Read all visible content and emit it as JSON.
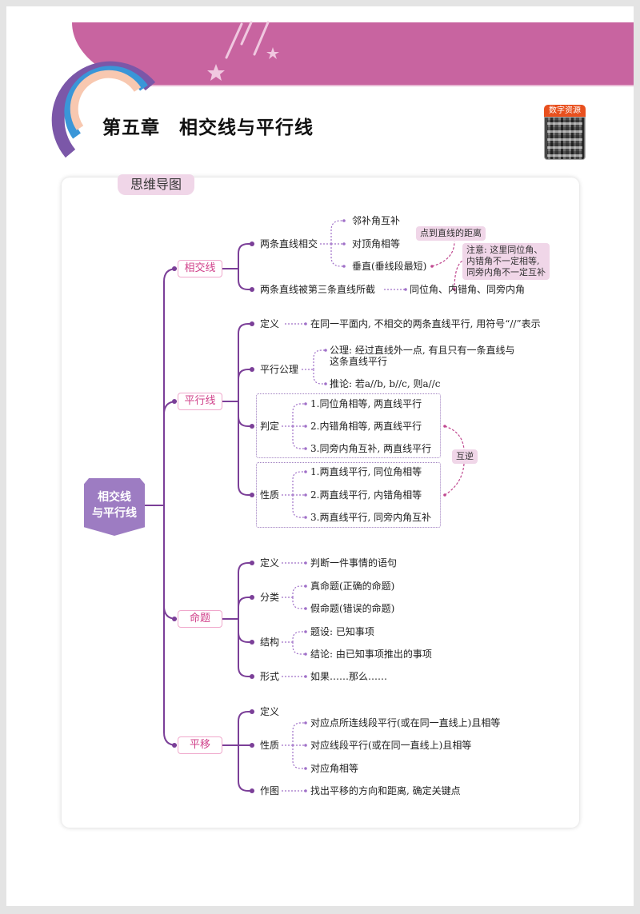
{
  "header": {
    "chapter_title": "第五章　相交线与平行线",
    "qr_label": "数字资源"
  },
  "section_tag": "思维导图",
  "root": {
    "line1": "相交线",
    "line2": "与平行线"
  },
  "branches": [
    {
      "label": "相交线",
      "items": [
        {
          "label": "两条直线相交",
          "children": [
            "邻补角互补",
            "对顶角相等",
            "垂直(垂线段最短)"
          ]
        },
        {
          "label": "两条直线被第三条直线所截",
          "children": [
            "同位角、内错角、同旁内角"
          ]
        }
      ],
      "notes": [
        "点到直线的距离",
        "注意: 这里同位角、",
        "内错角不一定相等,",
        "同旁内角不一定互补"
      ]
    },
    {
      "label": "平行线",
      "items": [
        {
          "label": "定义",
          "children": [
            "在同一平面内, 不相交的两条直线平行, 用符号“//”表示"
          ]
        },
        {
          "label": "平行公理",
          "children": [
            "公理: 经过直线外一点, 有且只有一条直线与",
            "这条直线平行",
            "推论: 若a//b, b//c, 则a//c"
          ]
        },
        {
          "label": "判定",
          "children": [
            "1.同位角相等, 两直线平行",
            "2.内错角相等, 两直线平行",
            "3.同旁内角互补, 两直线平行"
          ]
        },
        {
          "label": "性质",
          "children": [
            "1.两直线平行, 同位角相等",
            "2.两直线平行, 内错角相等",
            "3.两直线平行, 同旁内角互补"
          ]
        }
      ],
      "notes": [
        "互逆"
      ]
    },
    {
      "label": "命题",
      "items": [
        {
          "label": "定义",
          "children": [
            "判断一件事情的语句"
          ]
        },
        {
          "label": "分类",
          "children": [
            "真命题(正确的命题)",
            "假命题(错误的命题)"
          ]
        },
        {
          "label": "结构",
          "children": [
            "题设: 已知事项",
            "结论: 由已知事项推出的事项"
          ]
        },
        {
          "label": "形式",
          "children": [
            "如果……那么……"
          ]
        }
      ]
    },
    {
      "label": "平移",
      "items": [
        {
          "label": "定义",
          "children": []
        },
        {
          "label": "性质",
          "children": [
            "对应点所连线段平行(或在同一直线上)且相等",
            "对应线段平行(或在同一直线上)且相等",
            "对应角相等"
          ]
        },
        {
          "label": "作图",
          "children": [
            "找出平移的方向和距离, 确定关键点"
          ]
        }
      ]
    }
  ],
  "colors": {
    "banner": "#c864a0",
    "trunk": "#7b3f98",
    "dotted": "#a070c8",
    "root": "#9d7cc2",
    "note": "#f0d6e8"
  }
}
